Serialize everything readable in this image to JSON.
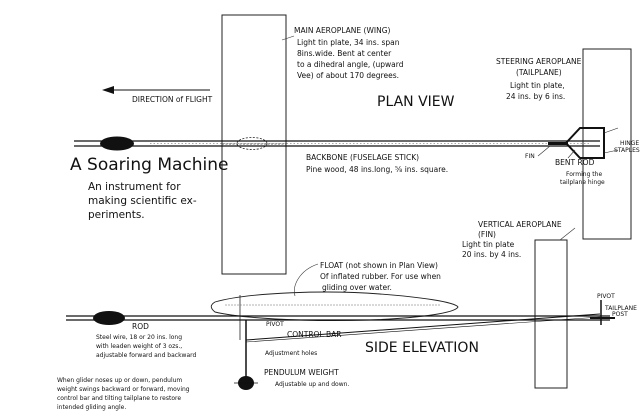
{
  "title": "A Soaring Machine",
  "subtitle": [
    "An instrument for",
    "making scientific ex-",
    "periments."
  ],
  "direction": "DIRECTION of FLIGHT",
  "plan_view": "PLAN VIEW",
  "side_elevation": "SIDE ELEVATION",
  "main_wing": [
    "MAIN AEROPLANE (WING)",
    "Light tin plate, 34 ins. span",
    "8ins.wide. Bent at center",
    "to a dihedral angle, (upward",
    "Vee) of about 170 degrees."
  ],
  "tailplane": [
    "STEERING AEROPLANE",
    "(TAILPLANE)",
    "Light tin plate,",
    "24 ins. by 6 ins."
  ],
  "backbone": [
    "BACKBONE (FUSELAGE STICK)",
    "Pine wood, 48 ins.long, ⅝ ins. square."
  ],
  "fin_label": "FIN",
  "bent_rod": [
    "BENT ROD",
    "Forming the",
    "tailplane hinge"
  ],
  "hinge_stakes": [
    "HINGE",
    "STAPLES"
  ],
  "vertical_fin": [
    "VERTICAL AEROPLANE",
    "(FIN)",
    "Light tin plate",
    "20 ins. by 4 ins."
  ],
  "float": [
    "FLOAT (not shown in Plan View)",
    "Of inflated rubber. For use when",
    "gliding over water."
  ],
  "rod": [
    "ROD",
    "Steel wire, 18 or 20 ins. long",
    "with leaden weight of 3 ozs.,",
    "adjustable forward and backward"
  ],
  "pivot": "PIVOT",
  "control_bar": "CONTROL BAR",
  "adjustment_holes": "Adjustment holes",
  "pendulum": [
    "PENDULUM WEIGHT",
    "Adjustable up and down."
  ],
  "note": [
    "When glider noses up or down, pendulum",
    "weight swings backward or forward, moving",
    "control bar and tilting tailplane to restore",
    "intended gliding angle."
  ],
  "pivot_right": "PIVOT",
  "tailplane_post": [
    "TAILPLANE",
    "POST"
  ]
}
